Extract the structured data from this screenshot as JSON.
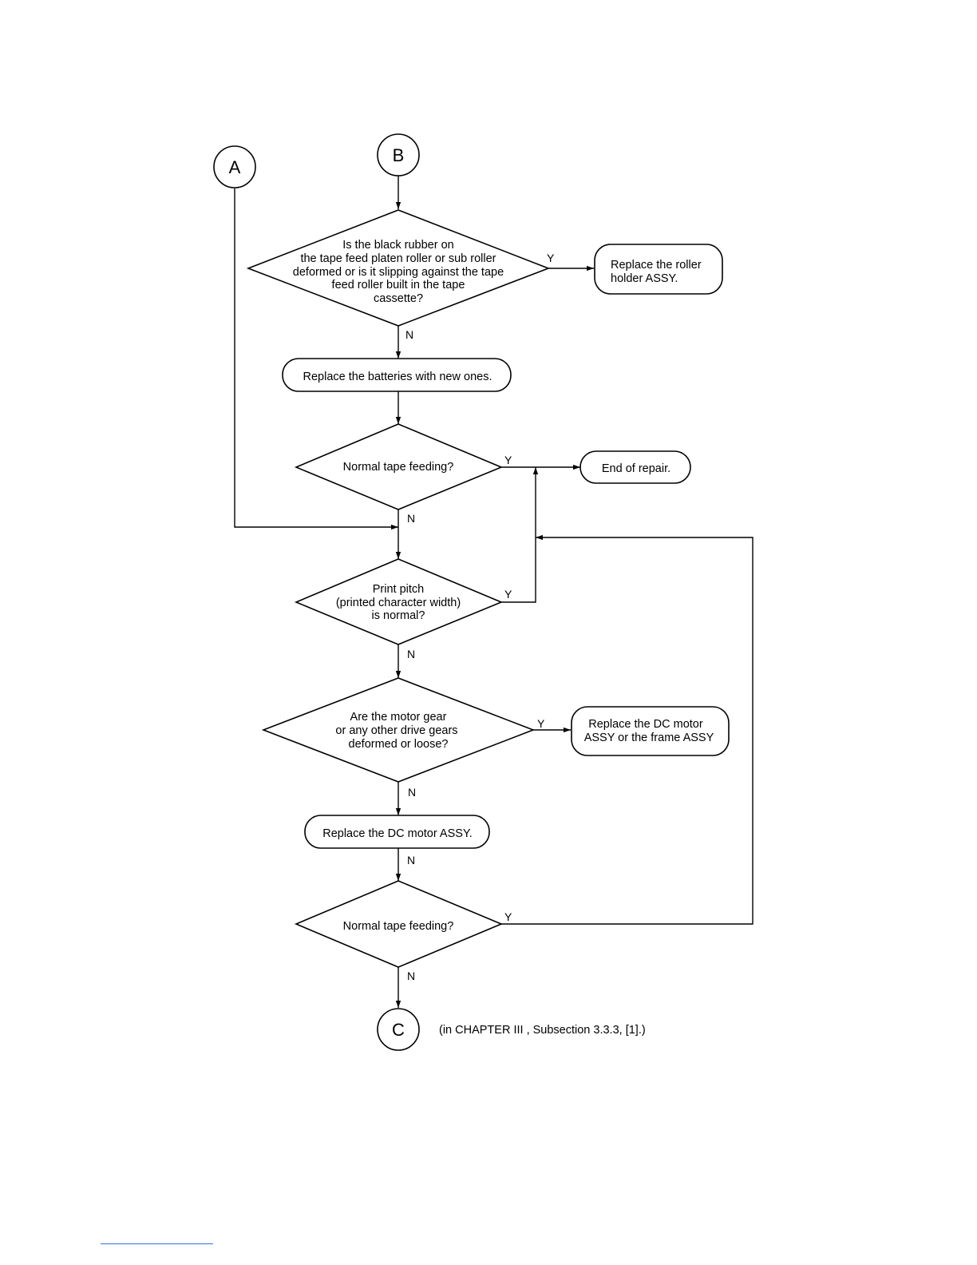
{
  "colors": {
    "stroke": "#000000",
    "background": "#ffffff",
    "footnote_rule": "#3a6fd8"
  },
  "connectors": {
    "a": "A",
    "b": "B",
    "c": "C",
    "c_note": "(in CHAPTER III , Subsection 3.3.3, [1].)"
  },
  "decisions": {
    "rubber": [
      "Is the black rubber on",
      "the tape feed platen roller or sub roller",
      "deformed or is it slipping against the tape",
      "feed roller built in the tape",
      "cassette?"
    ],
    "normal_feed_1": [
      "Normal tape feeding?"
    ],
    "pitch": [
      "Print pitch",
      "(printed character width)",
      "is normal?"
    ],
    "gears": [
      "Are the motor gear",
      "or any other drive gears",
      "deformed or loose?"
    ],
    "normal_feed_2": [
      "Normal tape feeding?"
    ]
  },
  "processes": {
    "roller_holder": [
      "Replace the roller",
      "holder ASSY."
    ],
    "batteries": [
      "Replace the batteries with new ones."
    ],
    "end": [
      "End of repair."
    ],
    "dc_or_frame": [
      "Replace the DC motor",
      "ASSY or the frame ASSY"
    ],
    "dc_motor": [
      "Replace the DC motor ASSY."
    ]
  },
  "edge_labels": {
    "rubber_yes": "Y",
    "rubber_no": "N",
    "feed1_yes": "Y",
    "feed1_no": "N",
    "pitch_yes": "Y",
    "pitch_no": "N",
    "gears_yes": "Y",
    "gears_no": "N",
    "motor_out": "N",
    "feed2_yes": "Y",
    "feed2_no": "N"
  }
}
